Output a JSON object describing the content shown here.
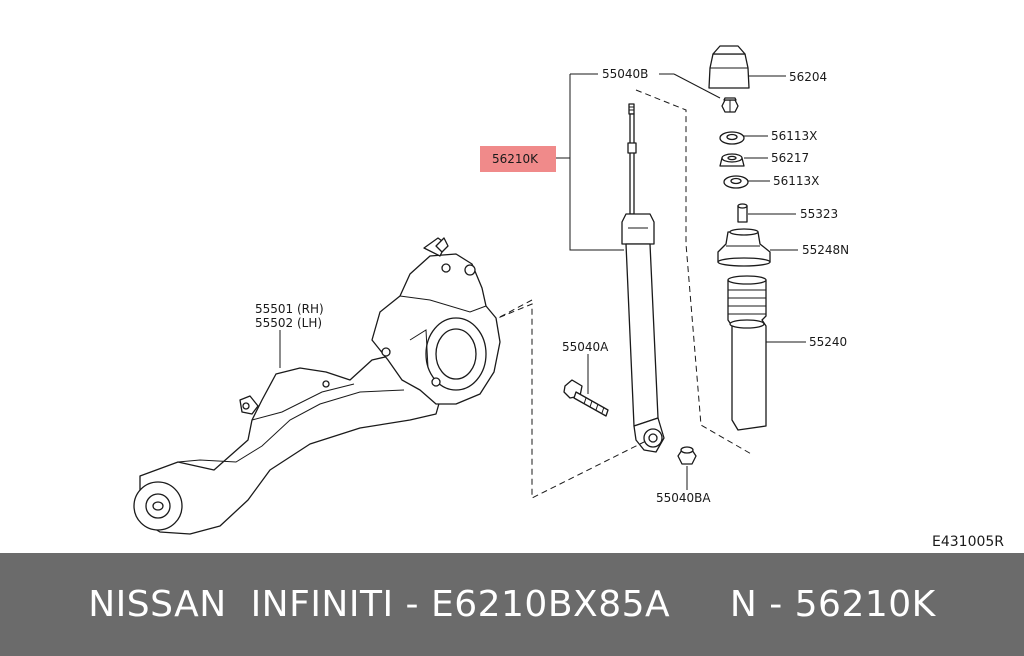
{
  "diagram": {
    "highlight_color": "#f08a8a",
    "labels": {
      "p55040b": "55040B",
      "p56204": "56204",
      "p56113x_top": "56113X",
      "p56217": "56217",
      "p56113x_bottom": "56113X",
      "p56210k": "56210K",
      "p55323": "55323",
      "p55248n": "55248N",
      "p55240": "55240",
      "p55501": "55501 (RH)",
      "p55502": "55502 (LH)",
      "p55040a": "55040A",
      "p55040ba": "55040BA",
      "ref_code": "E431005R"
    }
  },
  "footer": {
    "text": "NISSAN  INFINITI - E6210BX85A     N - 56210K",
    "background": "#6b6b6b"
  }
}
